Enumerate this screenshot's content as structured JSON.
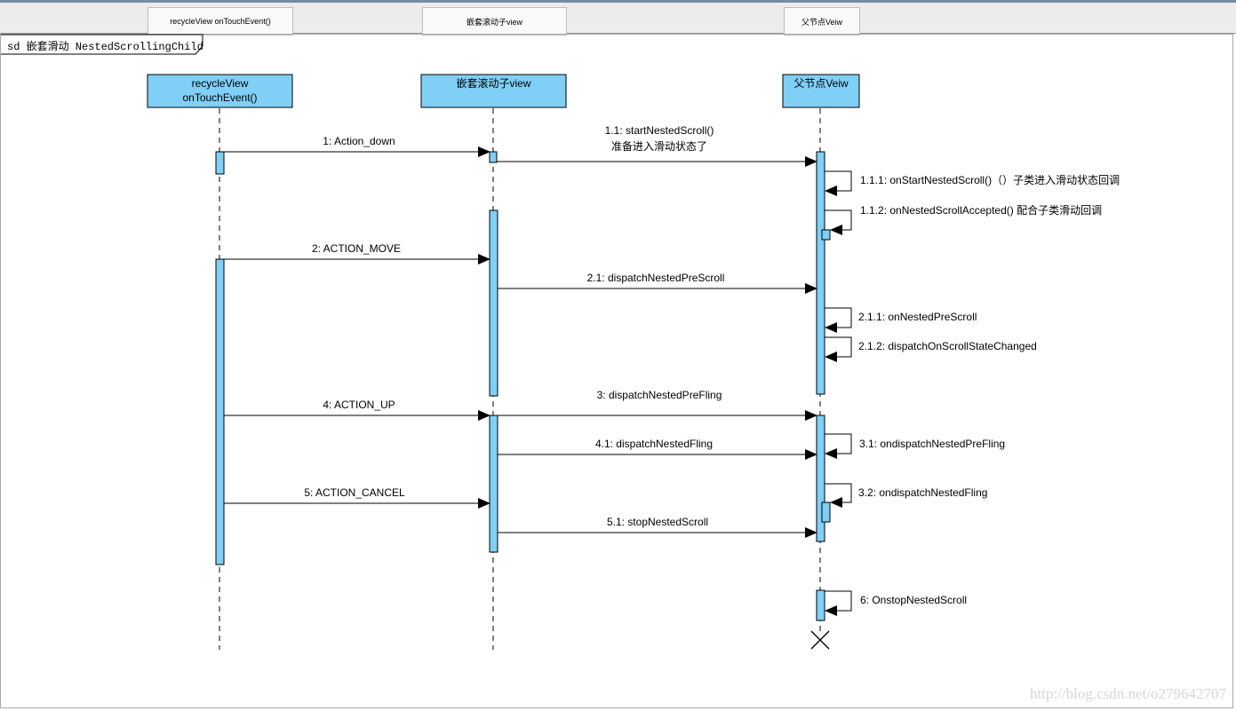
{
  "tabs": [
    {
      "label": "recycleView  onTouchEvent()"
    },
    {
      "label": "嵌套滚动子view"
    },
    {
      "label": "父节点Veiw"
    }
  ],
  "frame_label": "sd 嵌套滑动 NestedScrollingChild",
  "lifelines": [
    {
      "id": "ll-recycle",
      "line1": "recycleView",
      "line2": "onTouchEvent()"
    },
    {
      "id": "ll-child",
      "line1": "嵌套滚动子view",
      "line2": ""
    },
    {
      "id": "ll-parent",
      "line1": "父节点Veiw",
      "line2": ""
    }
  ],
  "messages": [
    {
      "label": "1: Action_down",
      "label2": ""
    },
    {
      "label": "1.1: startNestedScroll()",
      "label2": "准备进入滑动状态了"
    },
    {
      "label": "1.1.1: onStartNestedScroll()（）子类进入滑动状态回调",
      "label2": ""
    },
    {
      "label": "1.1.2: onNestedScrollAccepted() 配合子类滑动回调",
      "label2": ""
    },
    {
      "label": "2: ACTION_MOVE",
      "label2": ""
    },
    {
      "label": "2.1: dispatchNestedPreScroll",
      "label2": ""
    },
    {
      "label": "2.1.1: onNestedPreScroll",
      "label2": ""
    },
    {
      "label": "2.1.2: dispatchOnScrollStateChanged",
      "label2": ""
    },
    {
      "label": "3: dispatchNestedPreFling",
      "label2": ""
    },
    {
      "label": "4: ACTION_UP",
      "label2": ""
    },
    {
      "label": "3.1: ondispatchNestedPreFling",
      "label2": ""
    },
    {
      "label": "4.1: dispatchNestedFling",
      "label2": ""
    },
    {
      "label": "5: ACTION_CANCEL",
      "label2": ""
    },
    {
      "label": "3.2: ondispatchNestedFling",
      "label2": ""
    },
    {
      "label": "5.1: stopNestedScroll",
      "label2": ""
    },
    {
      "label": "6: OnstopNestedScroll",
      "label2": ""
    }
  ],
  "watermark": "http://blog.csdn.net/o279642707",
  "colors": {
    "lifeline_fill": "#7fcff7",
    "activation_fill": "#7fcff7",
    "border": "#000000",
    "watermark": "#d6d6d6"
  }
}
